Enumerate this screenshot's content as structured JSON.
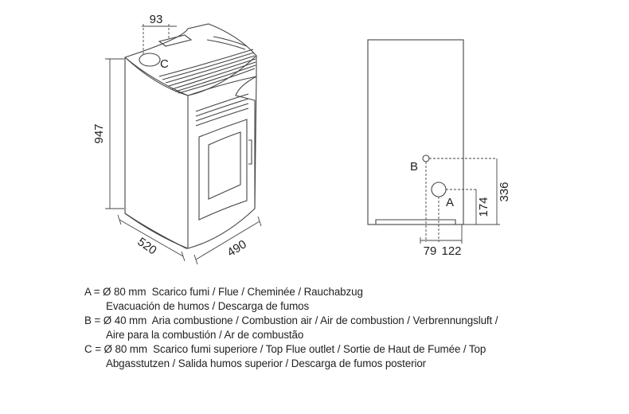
{
  "dimensions": {
    "height_left": "947",
    "top_offset": "93",
    "depth": "520",
    "width": "490",
    "right_height_b": "336",
    "right_height_a": "174",
    "offset_b": "79",
    "offset_a": "122"
  },
  "labels": {
    "c_top": "C",
    "b_back": "B",
    "a_back": "A"
  },
  "legend": [
    {
      "key": "A = Ø 80 mm",
      "line1": "Scarico fumi / Flue / Cheminée / Rauchabzug",
      "line2": "Evacuación de humos / Descarga de fumos"
    },
    {
      "key": "B = Ø 40 mm",
      "line1": "Aria combustione / Combustion air / Air de combustion / Verbrennungsluft /",
      "line2": "Aire para la combustión / Ar de combustão"
    },
    {
      "key": "C = Ø 80 mm",
      "line1": "Scarico fumi superiore / Top Flue outlet / Sortie de Haut de Fumée / Top",
      "line2": "Abgasstutzen / Salida humos superior / Descarga de fumos posterior"
    }
  ]
}
